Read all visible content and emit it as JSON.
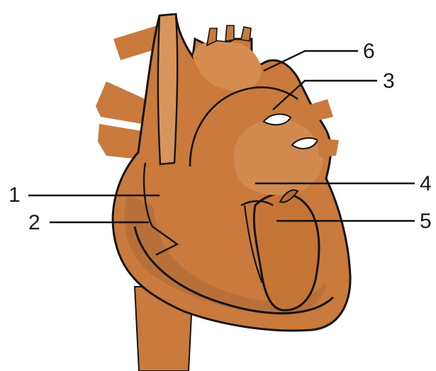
{
  "colors": {
    "background": "#ffffff",
    "tissue": "#c97a3c",
    "tissue_light": "#dc9a63",
    "tissue_dark": "#a8612d",
    "outline": "#141414",
    "chamber_shadow": "#b56c35"
  },
  "labels": [
    {
      "id": "1",
      "text": "1"
    },
    {
      "id": "2",
      "text": "2"
    },
    {
      "id": "3",
      "text": "3"
    },
    {
      "id": "4",
      "text": "4"
    },
    {
      "id": "5",
      "text": "5"
    },
    {
      "id": "6",
      "text": "6"
    }
  ]
}
